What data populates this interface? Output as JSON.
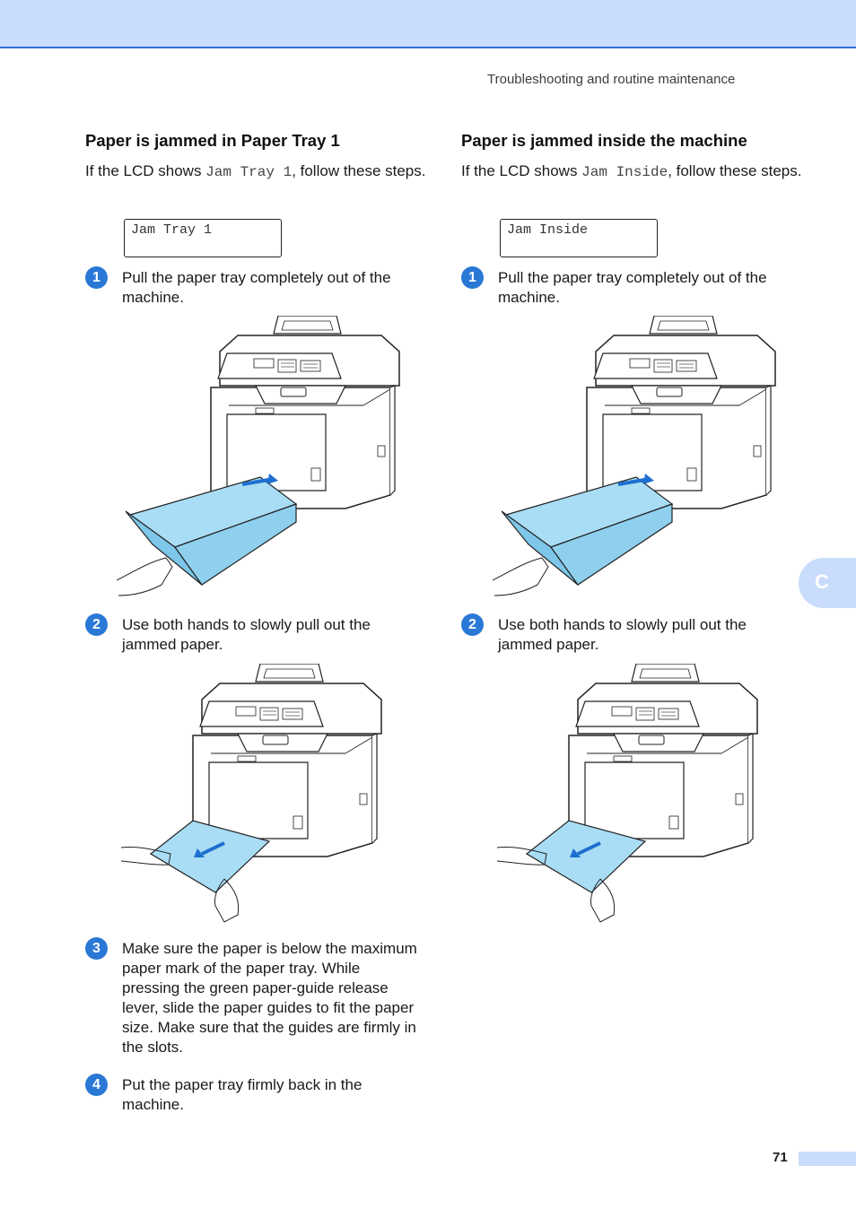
{
  "header": {
    "running_head": "Troubleshooting and routine maintenance",
    "tab_letter": "C"
  },
  "left": {
    "title": "Paper is jammed in Paper Tray 1",
    "intro_before": "If the LCD shows ",
    "intro_code": "Jam Tray 1",
    "intro_after": ", follow these steps.",
    "lcd": "Jam Tray 1",
    "steps": [
      {
        "num": "1",
        "text": "Pull the paper tray completely out of the machine."
      },
      {
        "num": "2",
        "text": "Use both hands to slowly pull out the jammed paper."
      },
      {
        "num": "3",
        "text": "Make sure the paper is below the maximum paper mark of the paper tray. While pressing the green paper-guide release lever, slide the paper guides to fit the paper size. Make sure that the guides are firmly in the slots."
      },
      {
        "num": "4",
        "text": "Put the paper tray firmly back in the machine."
      }
    ]
  },
  "right": {
    "title": "Paper is jammed inside the machine",
    "intro_before": "If the LCD shows ",
    "intro_code": "Jam Inside",
    "intro_after": ", follow these steps.",
    "lcd": "Jam Inside",
    "steps": [
      {
        "num": "1",
        "text": "Pull the paper tray completely out of the machine."
      },
      {
        "num": "2",
        "text": "Use both hands to slowly pull out the jammed paper."
      }
    ]
  },
  "footer": {
    "page_number": "71"
  },
  "colors": {
    "accent": "#2a78d6",
    "band": "#c9dcfb",
    "paper": "#a9ddf5",
    "line": "#1f1f1f"
  }
}
